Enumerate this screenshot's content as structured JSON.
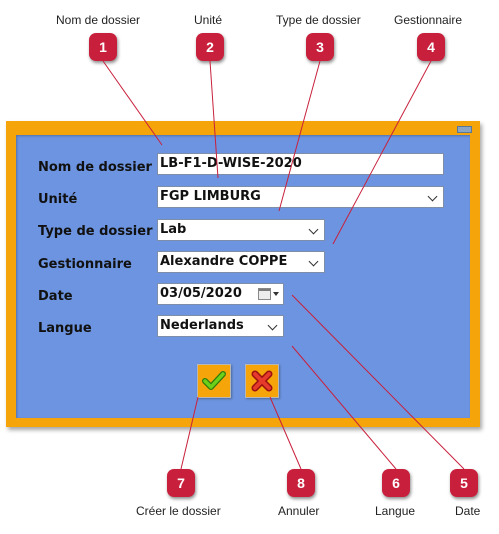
{
  "callouts": {
    "top": [
      {
        "num": "1",
        "label": "Nom de dossier"
      },
      {
        "num": "2",
        "label": "Unité"
      },
      {
        "num": "3",
        "label": "Type de dossier"
      },
      {
        "num": "4",
        "label": "Gestionnaire"
      }
    ],
    "bottom": [
      {
        "num": "7",
        "label": "Créer le dossier"
      },
      {
        "num": "8",
        "label": "Annuler"
      },
      {
        "num": "6",
        "label": "Langue"
      },
      {
        "num": "5",
        "label": "Date"
      }
    ]
  },
  "form": {
    "dossier_name": {
      "label": "Nom de dossier",
      "value": "LB-F1-D-WISE-2020"
    },
    "unite": {
      "label": "Unité",
      "value": "FGP LIMBURG"
    },
    "type": {
      "label": "Type de dossier",
      "value": "Lab"
    },
    "gestionnaire": {
      "label": "Gestionnaire",
      "value": "Alexandre COPPE"
    },
    "date": {
      "label": "Date",
      "value": "03/05/2020"
    },
    "langue": {
      "label": "Langue",
      "value": "Nederlands"
    }
  },
  "actions": {
    "create_icon": "checkmark-icon",
    "cancel_icon": "cross-icon"
  },
  "colors": {
    "frame": "#f5a40a",
    "panel": "#6d94e0",
    "badge": "#c8203c",
    "leader": "#c8203c"
  }
}
